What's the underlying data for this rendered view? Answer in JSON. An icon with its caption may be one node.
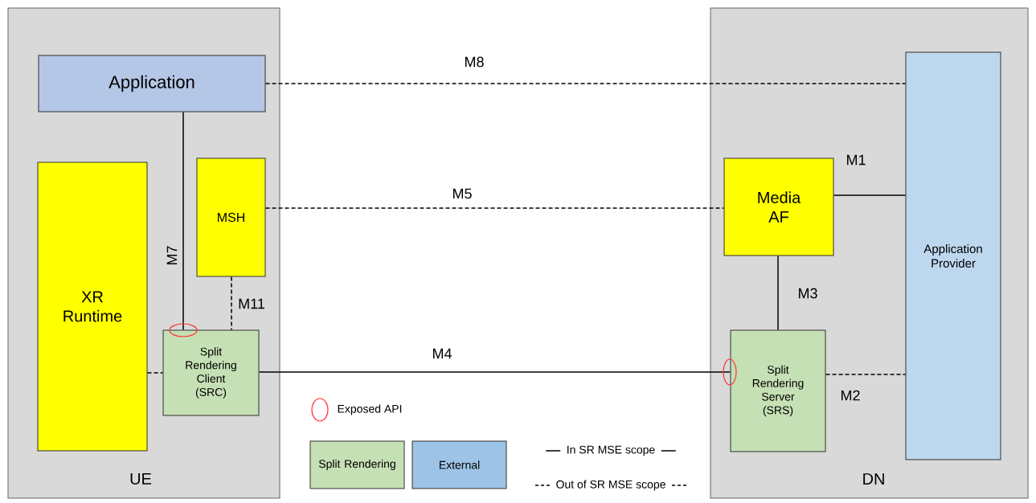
{
  "diagram": {
    "nodes": [
      {
        "text": [
          "UE"
        ]
      },
      {
        "text": [
          "Application"
        ],
        "in": 0
      },
      {
        "text": [
          "XR Runtime"
        ],
        "in": 0
      },
      {
        "text": [
          "MSH"
        ],
        "in": 0
      },
      {
        "text": [
          "Split Rendering Client (SRC)"
        ],
        "in": 0
      },
      {
        "text": [
          "DN"
        ]
      },
      {
        "text": [
          "Media AF"
        ],
        "in": 5
      },
      {
        "text": [
          "Split Rendering Server (SRS)"
        ],
        "in": 5
      },
      {
        "text": [
          "Application Provider"
        ],
        "in": 5
      }
    ],
    "edges": [
      {
        "from": 1,
        "to": 8,
        "arrow": "none",
        "label": "M8",
        "style": "dashed"
      },
      {
        "from": 6,
        "to": 8,
        "arrow": "none",
        "label": "M1"
      },
      {
        "from": 3,
        "to": 6,
        "arrow": "none",
        "label": "M5",
        "style": "dashed"
      },
      {
        "from": 1,
        "to": 4,
        "arrow": "none",
        "label": "M7"
      },
      {
        "from": 6,
        "to": 7,
        "arrow": "none",
        "label": "M3"
      },
      {
        "from": 3,
        "to": 4,
        "arrow": "none",
        "label": "M11",
        "style": "dashed"
      },
      {
        "from": 4,
        "to": 7,
        "arrow": "none",
        "label": "M4"
      },
      {
        "from": 2,
        "to": 4,
        "arrow": "none",
        "style": "dashed"
      },
      {
        "from": 7,
        "to": 8,
        "arrow": "none",
        "label": "M2",
        "style": "dashed"
      }
    ],
    "legend": [
      {
        "text": "Exposed API"
      },
      {
        "text": "Split Rendering",
        "color": "#c5e0b4"
      },
      {
        "text": "External",
        "color": "#9dc3e6"
      },
      {
        "text": "In SR MSE scope"
      },
      {
        "text": "Out of SR MSE scope"
      }
    ]
  }
}
